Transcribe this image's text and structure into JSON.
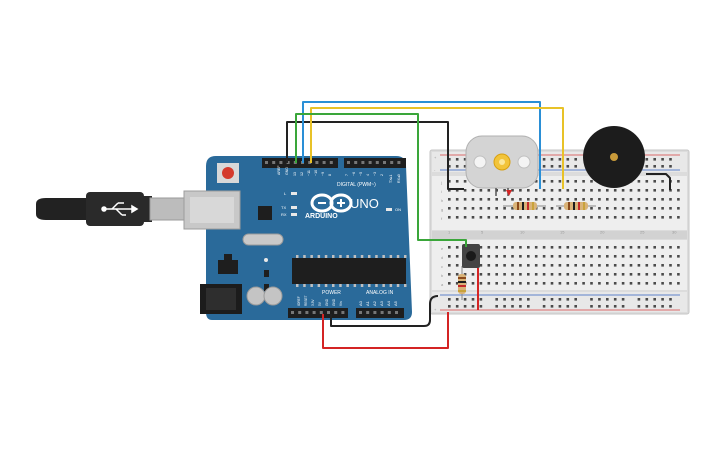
{
  "arduino": {
    "brand": "ARDUINO",
    "model": "UNO",
    "digital_header": "DIGITAL (PWM~)",
    "power_header": "POWER",
    "analog_header": "ANALOG IN",
    "on_label": "ON",
    "l_label": "L",
    "tx_label": "TX",
    "rx_label": "RX",
    "aref_label": "AREF",
    "gnd_label": "GND",
    "digital_pins": [
      "13",
      "12",
      "~11",
      "~10",
      "~9",
      "8",
      "7",
      "~6",
      "~5",
      "4",
      "~3",
      "2",
      "TX▸1",
      "RX◂0"
    ],
    "power_pins": [
      "IOREF",
      "RESET",
      "3.3V",
      "5V",
      "GND",
      "GND",
      "Vin"
    ],
    "analog_pins": [
      "A0",
      "A1",
      "A2",
      "A3",
      "A4",
      "A5"
    ]
  },
  "breadboard": {
    "row_letters_top": [
      "j",
      "i",
      "h",
      "g",
      "f"
    ],
    "row_letters_bottom": [
      "e",
      "d",
      "c",
      "b",
      "a"
    ],
    "column_numbers": [
      "1",
      "5",
      "10",
      "15",
      "20",
      "25",
      "30"
    ],
    "rail_plus": "+",
    "rail_minus": "-"
  },
  "colors": {
    "board": "#2a6a9a",
    "wire_blue": "#2a8fd6",
    "wire_yellow": "#e8c228",
    "wire_green": "#3aa63a",
    "wire_black": "#222222",
    "wire_red": "#d42424"
  }
}
